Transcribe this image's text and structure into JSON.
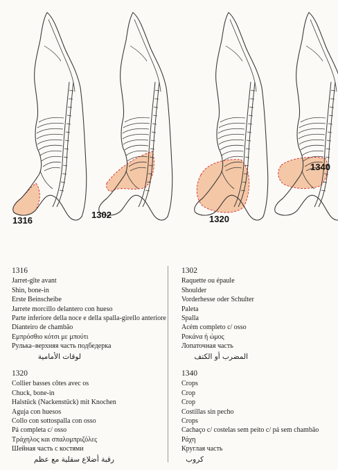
{
  "colors": {
    "highlight": "#f4c7a6",
    "outline": "#3a3a3a",
    "cut_line": "#d42a2a",
    "paper": "#fbfaf6"
  },
  "figure_labels": [
    "1316",
    "1302",
    "1320",
    "1340"
  ],
  "cuts": [
    {
      "code": "1316",
      "lines": [
        "Jarret-gîte avant",
        "Shin, bone-in",
        "Erste Beinscheibe",
        "Jarrete morcillo delantero con hueso",
        "Parte inferiore della noce e della spalla-girello anteriore",
        "Dianteiro de chambão",
        "Εμπρόσθιο κότσι με μπούτι",
        "Рулька–верхняя часть подбедерка"
      ],
      "arabic": "لوقات الأمامية"
    },
    {
      "code": "1302",
      "lines": [
        "Raquette ou épaule",
        "Shoulder",
        "Vorderhesse oder Schulter",
        "Paleta",
        "Spalla",
        "Acém completo c/ osso",
        "Ροκάνα ή ώμος",
        "Лопаточная часть"
      ],
      "arabic": "المضرب أو الكتف"
    },
    {
      "code": "1320",
      "lines": [
        "Collier basses côtes avec os",
        "Chuck, bone-in",
        "Halstück (Nackenstück) mit Knochen",
        "Aguja con huesos",
        "Collo con sottospalla con osso",
        "Pá completa c/ osso",
        "Τράχηλος και σπαλομπριζόλες",
        "Шейная часть с костями"
      ],
      "arabic": "رقبة أضلاع سقلية مع عظم"
    },
    {
      "code": "1340",
      "lines": [
        "Crops",
        "Crop",
        "Crop",
        "Costillas sin pecho",
        "Crops",
        "Cachaço c/ costelas sem peito c/ pá sem chambão",
        "Ράχη",
        "Круглая часть"
      ],
      "arabic": "كروب"
    }
  ]
}
